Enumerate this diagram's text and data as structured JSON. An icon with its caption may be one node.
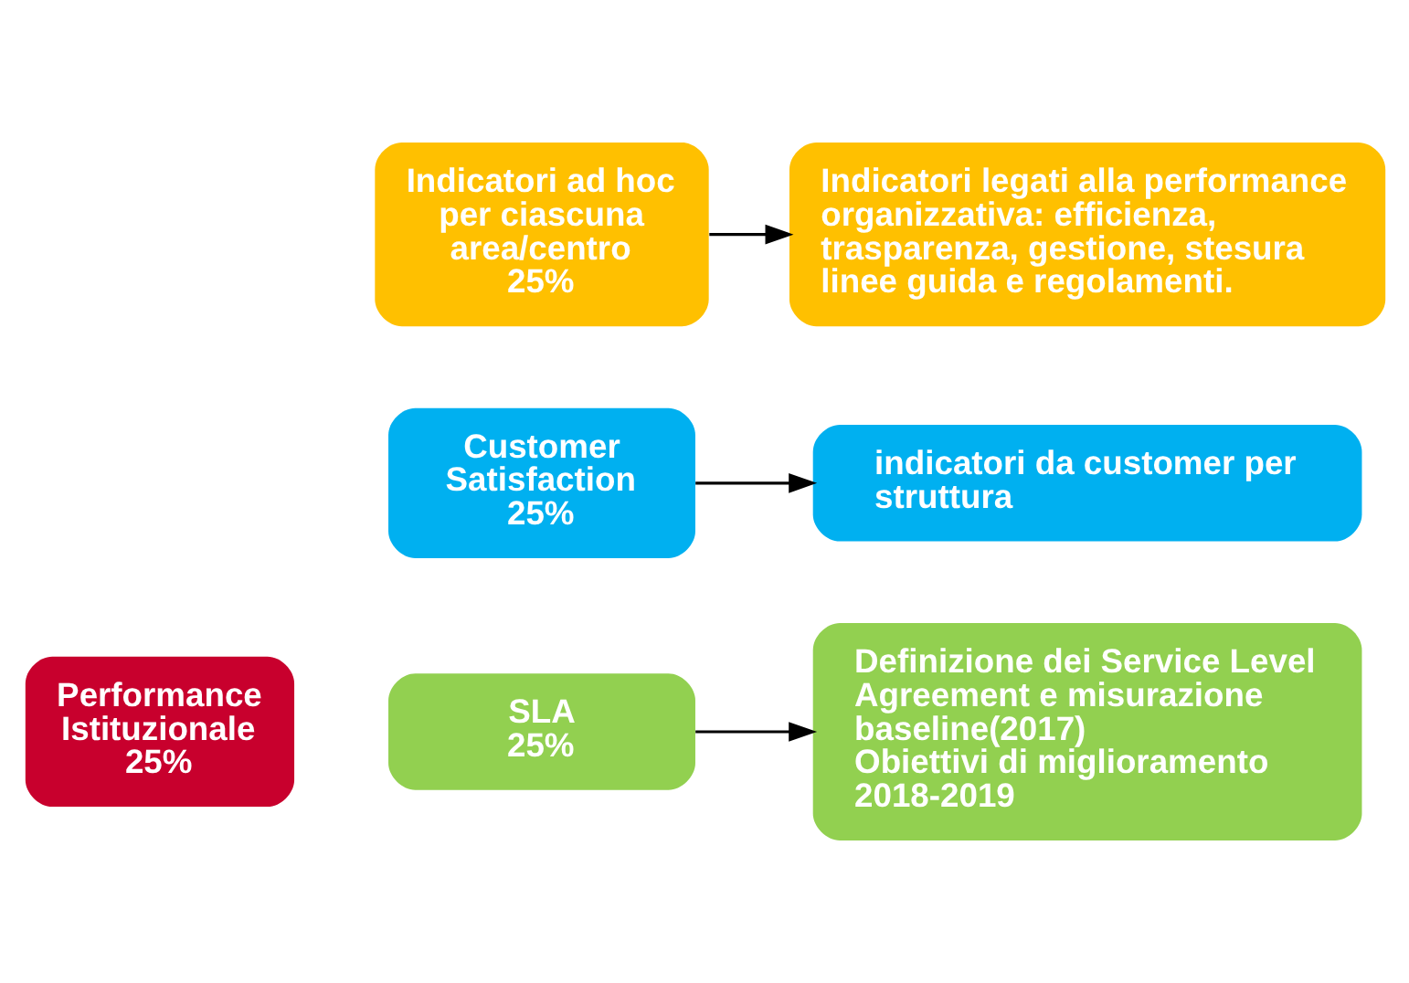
{
  "diagram": {
    "nodes": [
      {
        "text": [
          "Performance Istituzionale",
          "25%"
        ]
      },
      {
        "text": [
          "Customer Satisfaction",
          "25%"
        ]
      },
      {
        "text": [
          "indicatori da customer per struttura"
        ]
      },
      {
        "text": [
          "SLA",
          "25%"
        ]
      },
      {
        "text": [
          "Definizione dei Service Level Agreement e misurazione baseline(2017)",
          "Obiettivi di miglioramento 2018-2019"
        ]
      },
      {
        "text": [
          "Indicatori ad hoc per ciascuna area/centro",
          "25%"
        ]
      },
      {
        "text": [
          "Indicatori legati alla performance organizzativa: efficienza, trasparenza, gestione, stesura linee guida e regolamenti."
        ]
      }
    ],
    "edges": [
      {
        "from": 1,
        "to": 2,
        "arrow": "to"
      },
      {
        "from": 3,
        "to": 4,
        "arrow": "to"
      },
      {
        "from": 5,
        "to": 6,
        "arrow": "to"
      }
    ]
  }
}
